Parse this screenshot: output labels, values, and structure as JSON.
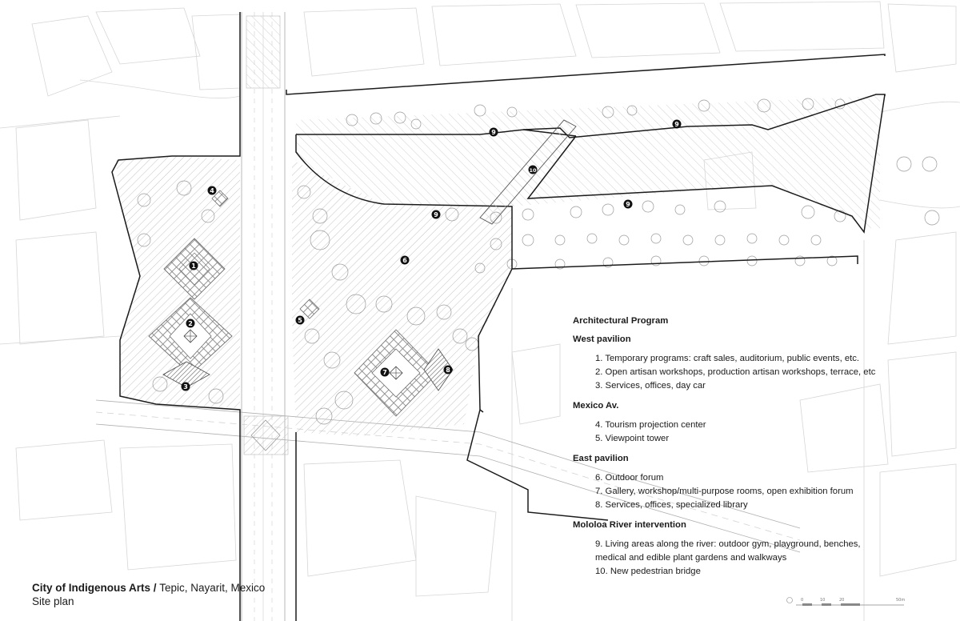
{
  "caption": {
    "title": "City of Indigenous Arts",
    "separator": " / ",
    "location": "Tepic, Nayarit, Mexico",
    "subtitle": "Site plan"
  },
  "program": {
    "heading": "Architectural Program",
    "sections": [
      {
        "name": "West pavilion",
        "items": [
          "1. Temporary programs: craft sales, auditorium, public events, etc.",
          "2. Open artisan workshops, production artisan workshops, terrace, etc",
          "3. Services, offices, day car"
        ]
      },
      {
        "name": "Mexico Av.",
        "items": [
          "4. Tourism projection center",
          "5. Viewpoint tower"
        ]
      },
      {
        "name": "East pavilion",
        "items": [
          "6. Outdoor forum",
          "7. Gallery, workshop/multi-purpose rooms, open exhibition forum",
          "8. Services, offices, specialized library"
        ]
      },
      {
        "name": "Mololoa River intervention",
        "items": [
          "9. Living areas along the river: outdoor gym, playground, benches,",
          "medical and edible plant gardens and walkways",
          "10. New pedestrian bridge"
        ]
      }
    ]
  },
  "markers": [
    "1",
    "2",
    "3",
    "4",
    "5",
    "6",
    "7",
    "8",
    "9",
    "9",
    "9",
    "9",
    "10"
  ],
  "scale_labels": [
    "0",
    "10",
    "20",
    "50m"
  ],
  "colors": {
    "ink": "#1b1b1b",
    "faint": "#c9c9c9",
    "hatch": "#b5b5b5",
    "marker_fill": "#111111",
    "marker_text": "#ffffff"
  }
}
